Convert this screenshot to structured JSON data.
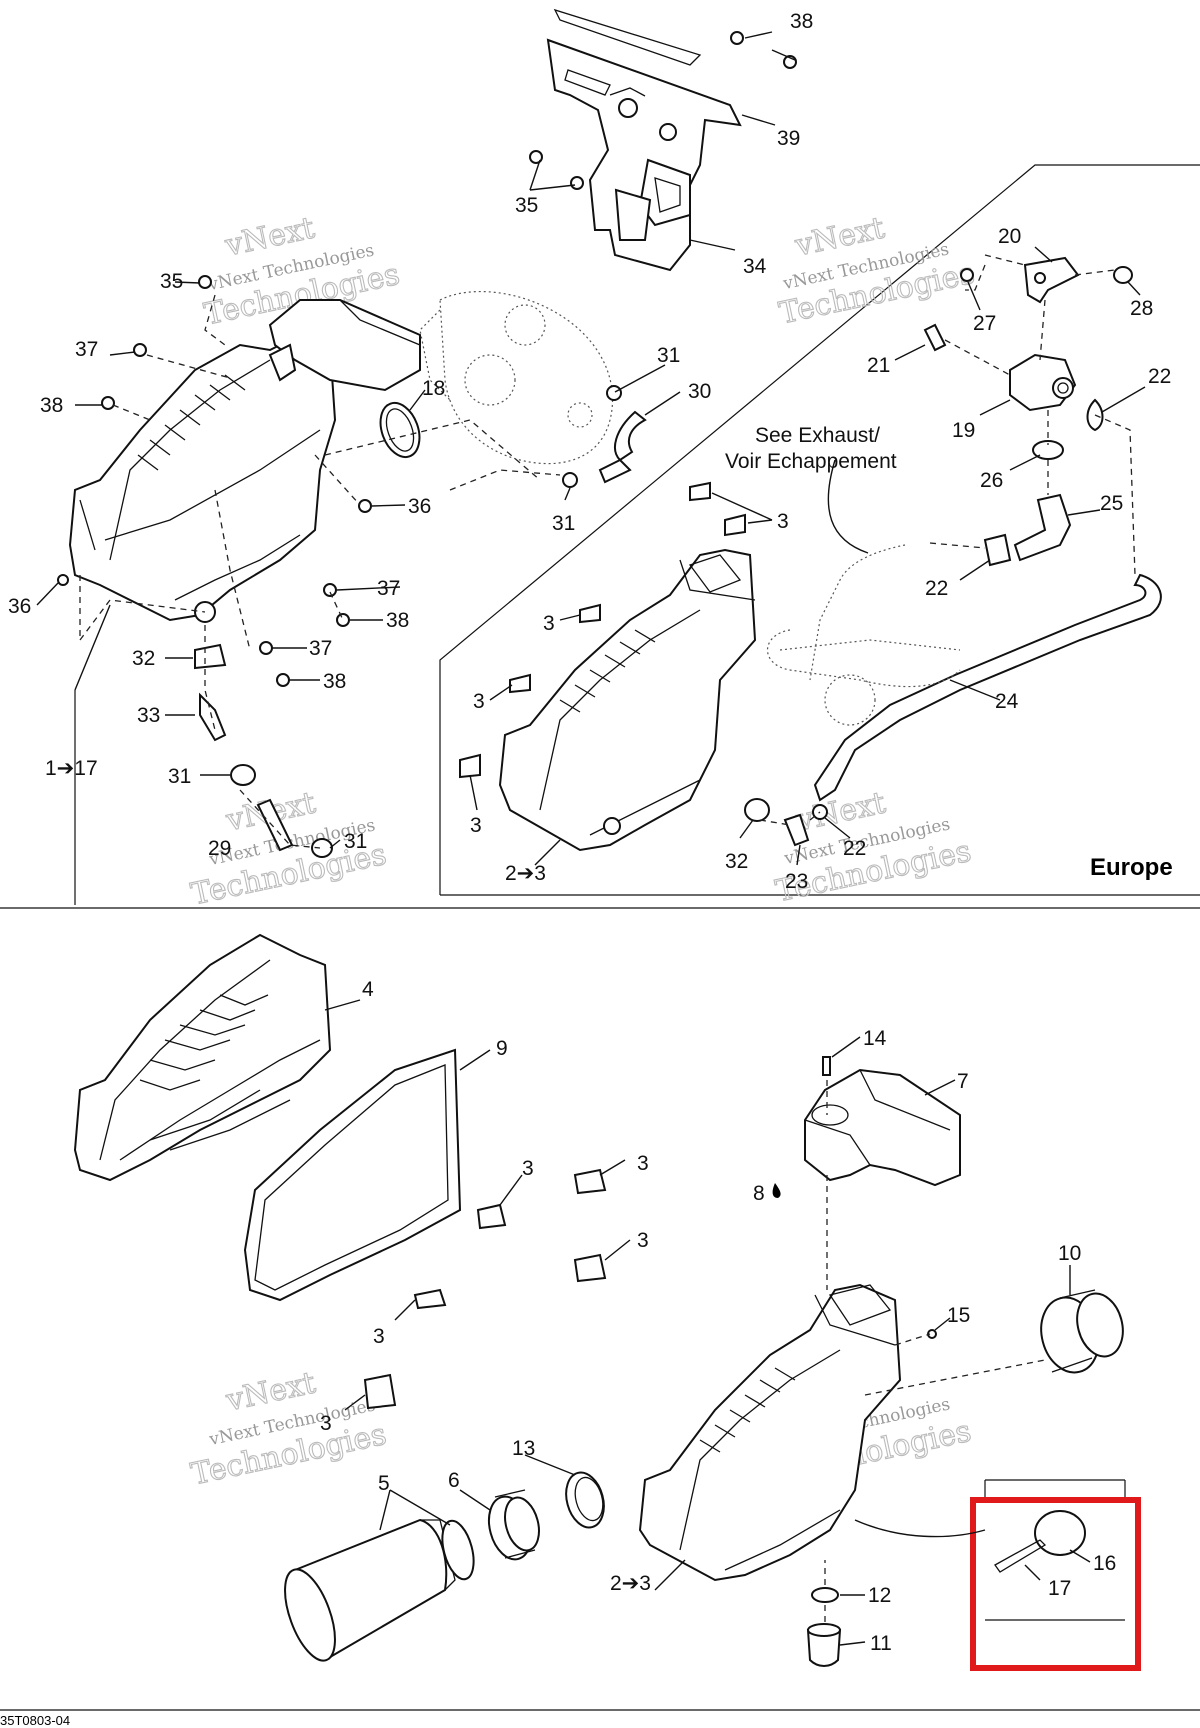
{
  "diagram": {
    "europe_label": "Europe",
    "see_exhaust_line1": "See Exhaust/",
    "see_exhaust_line2": "Voir Echappement",
    "figure_code": "35T0803-04",
    "watermark": {
      "line1": "vNext",
      "line2": "vNext Technologies",
      "line3": "Technologies"
    },
    "callouts_top_left": [
      "35",
      "37",
      "38",
      "18",
      "36",
      "36",
      "37",
      "38",
      "32",
      "37",
      "38",
      "33",
      "1➔17",
      "31",
      "29",
      "31"
    ],
    "callouts_top_center": [
      "38",
      "39",
      "35",
      "34",
      "31",
      "30",
      "31"
    ],
    "callouts_europe": [
      "20",
      "27",
      "28",
      "21",
      "22",
      "19",
      "26",
      "25",
      "22",
      "3",
      "3",
      "3",
      "24",
      "3",
      "2➔3",
      "32",
      "23",
      "22"
    ],
    "callouts_bottom": [
      "4",
      "9",
      "3",
      "3",
      "3",
      "3",
      "3",
      "14",
      "7",
      "8",
      "10",
      "15",
      "5",
      "6",
      "13",
      "2➔3",
      "12",
      "11",
      "16",
      "17"
    ],
    "highlight_color": "#e0191b"
  }
}
